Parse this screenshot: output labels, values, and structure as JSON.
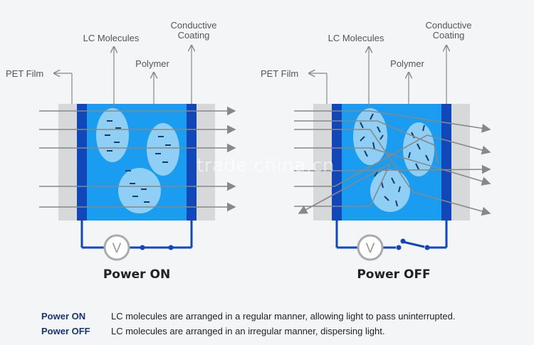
{
  "panels": [
    {
      "label_pet": "PET Film",
      "label_lc": "LC Molecules",
      "label_polymer": "Polymer",
      "label_coating_1": "Conductive",
      "label_coating_2": "Coating",
      "meter": "V",
      "title": "Power ON"
    },
    {
      "label_pet": "PET Film",
      "label_lc": "LC Molecules",
      "label_polymer": "Polymer",
      "label_coating_1": "Conductive",
      "label_coating_2": "Coating",
      "meter": "V",
      "title": "Power OFF"
    }
  ],
  "legend": [
    {
      "key": "Power ON",
      "text": "LC molecules are arranged in a regular manner, allowing light to pass uninterrupted."
    },
    {
      "key": "Power OFF",
      "text": "LC molecules are arranged in an irregular manner, dispersing light."
    }
  ],
  "watermark": "trade.china.cn",
  "colors": {
    "cell": "#1a9cf0",
    "electrode": "#1147b8",
    "pet": "#d6d8da",
    "droplet": "#8fcff5",
    "arrow": "#888888"
  }
}
